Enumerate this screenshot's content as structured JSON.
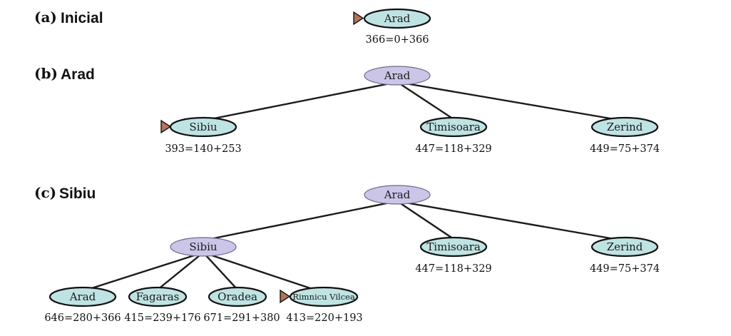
{
  "panels": {
    "a": {
      "letter": "(a)",
      "name": "Inicial"
    },
    "b": {
      "letter": "(b)",
      "name": "Arad"
    },
    "c": {
      "letter": "(c)",
      "name": "Sibiu"
    }
  },
  "nodes": {
    "a_arad": {
      "label": "Arad",
      "cost": "366=0+366",
      "state": "frontier",
      "next": true
    },
    "b_arad": {
      "label": "Arad",
      "cost": "",
      "state": "expanded"
    },
    "b_sibiu": {
      "label": "Sibiu",
      "cost": "393=140+253",
      "state": "frontier",
      "next": true
    },
    "b_timisoara": {
      "label": "Timisoara",
      "cost": "447=118+329",
      "state": "frontier"
    },
    "b_zerind": {
      "label": "Zerind",
      "cost": "449=75+374",
      "state": "frontier"
    },
    "c_arad": {
      "label": "Arad",
      "cost": "",
      "state": "expanded"
    },
    "c_sibiu": {
      "label": "Sibiu",
      "cost": "",
      "state": "expanded"
    },
    "c_timisoara": {
      "label": "Timisoara",
      "cost": "447=118+329",
      "state": "frontier"
    },
    "c_zerind": {
      "label": "Zerind",
      "cost": "449=75+374",
      "state": "frontier"
    },
    "c_arad2": {
      "label": "Arad",
      "cost": "646=280+366",
      "state": "frontier"
    },
    "c_fagaras": {
      "label": "Fagaras",
      "cost": "415=239+176",
      "state": "frontier"
    },
    "c_oradea": {
      "label": "Oradea",
      "cost": "671=291+380",
      "state": "frontier"
    },
    "c_rimnicu": {
      "label": "Rimnicu Vilcea",
      "cost": "413=220+193",
      "state": "frontier",
      "next": true
    }
  },
  "colors": {
    "frontier_fill": "#bfe3e3",
    "expanded_fill": "#cbc6e8",
    "marker": "#b5735a"
  }
}
